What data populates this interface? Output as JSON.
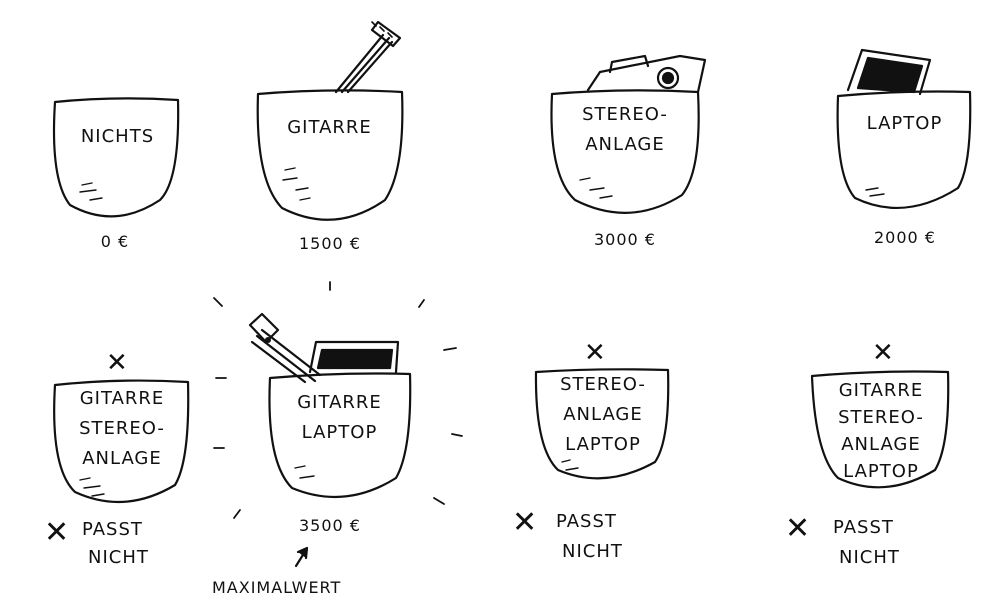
{
  "pockets": [
    {
      "id": "p1",
      "lines": [
        "NICHTS"
      ],
      "price": "0 €"
    },
    {
      "id": "p2",
      "lines": [
        "GITARRE"
      ],
      "price": "1500 €"
    },
    {
      "id": "p3",
      "lines": [
        "STEREO-",
        "ANLAGE"
      ],
      "price": "3000 €"
    },
    {
      "id": "p4",
      "lines": [
        "LAPTOP"
      ],
      "price": "2000 €"
    },
    {
      "id": "p5",
      "lines": [
        "GITARRE",
        "STEREO-",
        "ANLAGE"
      ],
      "status_mark": "✕",
      "verdict": [
        "PASST",
        "NICHT"
      ]
    },
    {
      "id": "p6",
      "lines": [
        "GITARRE",
        "LAPTOP"
      ],
      "price": "3500 €",
      "highlight": "MAXIMALWERT"
    },
    {
      "id": "p7",
      "lines": [
        "STEREO-",
        "ANLAGE",
        "LAPTOP"
      ],
      "status_mark": "✕",
      "verdict": [
        "PASST",
        "NICHT"
      ]
    },
    {
      "id": "p8",
      "lines": [
        "GITARRE",
        "STEREO-",
        "ANLAGE",
        "LAPTOP"
      ],
      "status_mark": "✕",
      "verdict": [
        "PASST",
        "NICHT"
      ]
    }
  ],
  "icons": [
    "guitar-icon",
    "stereo-icon",
    "laptop-icon",
    "arrow-up-icon",
    "cross-icon"
  ],
  "colors": {
    "ink": "#111111",
    "paper": "#ffffff"
  }
}
